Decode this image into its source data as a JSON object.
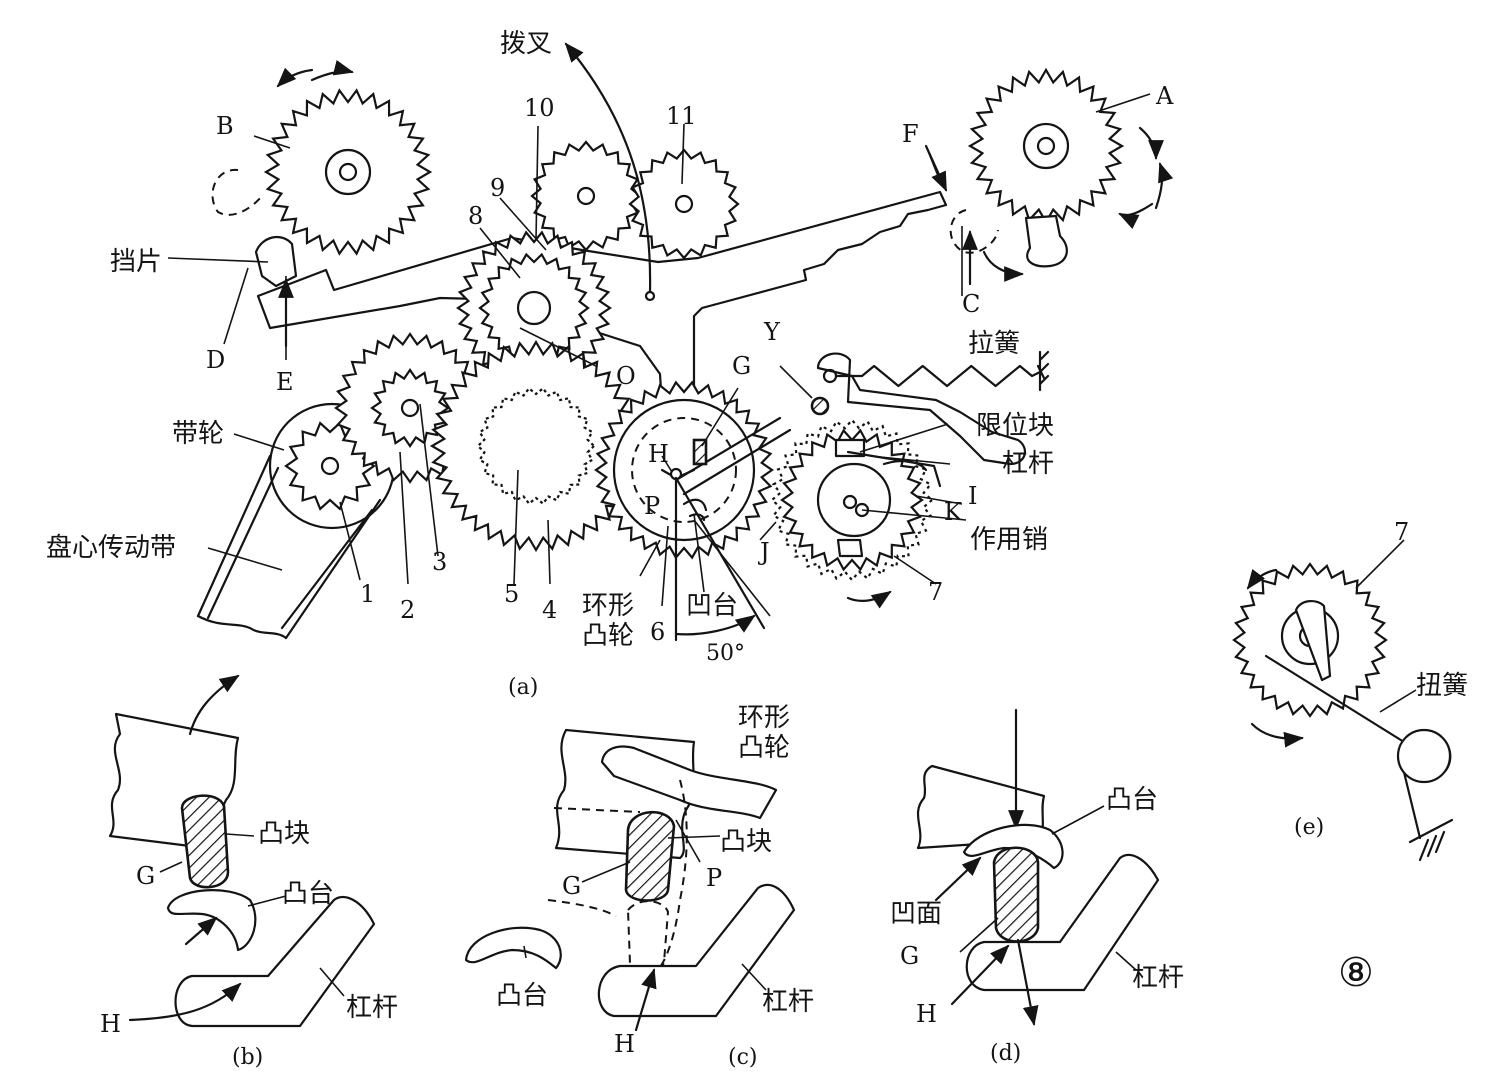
{
  "labels": {
    "fork": "拨叉",
    "block_plate": "挡片",
    "belt_wheel": "带轮",
    "reel_belt": "盘心传动带",
    "ring_cam": "环形\n凸轮",
    "boss": "凹台",
    "tension_spring": "拉簧",
    "stop_block": "限位块",
    "lever": "杠杆",
    "action_pin": "作用销",
    "angle": "50°",
    "cam_block": "凸块",
    "convex_boss": "凸台",
    "concave_face": "凹面",
    "torsion_spring": "扭簧",
    "figure_no": "⑧"
  },
  "letters": [
    "A",
    "B",
    "C",
    "D",
    "E",
    "F",
    "G",
    "H",
    "I",
    "J",
    "K",
    "O",
    "P",
    "Y"
  ],
  "numbers": [
    "1",
    "2",
    "3",
    "4",
    "5",
    "6",
    "7",
    "8",
    "9",
    "10",
    "11"
  ],
  "captions": [
    "(a)",
    "(b)",
    "(c)",
    "(d)",
    "(e)"
  ],
  "ring_cam_lines": [
    "环形",
    "凸轮"
  ]
}
